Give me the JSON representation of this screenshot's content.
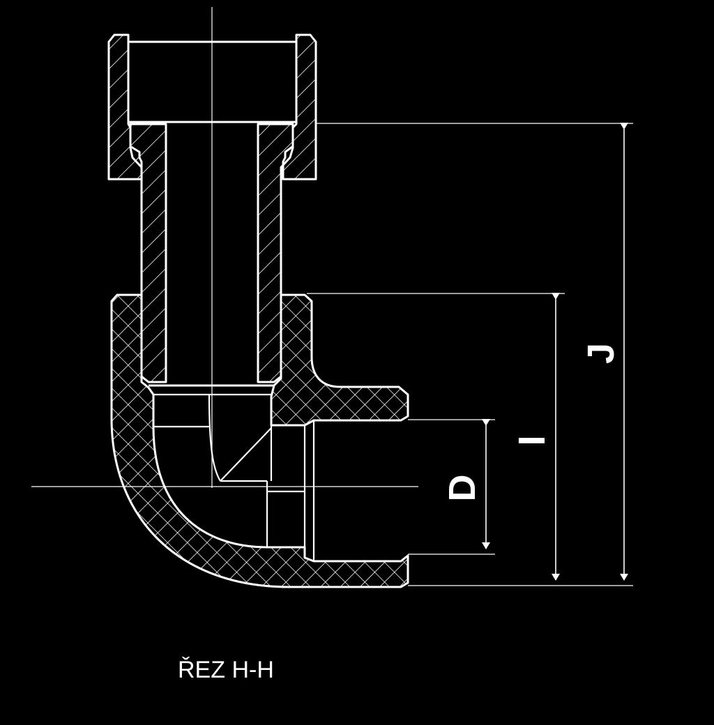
{
  "caption": "ŘEZ H-H",
  "dimensions": {
    "d_label": "D",
    "i_label": "I",
    "j_label": "J"
  },
  "colors": {
    "background": "#000000",
    "line": "#ffffff"
  }
}
